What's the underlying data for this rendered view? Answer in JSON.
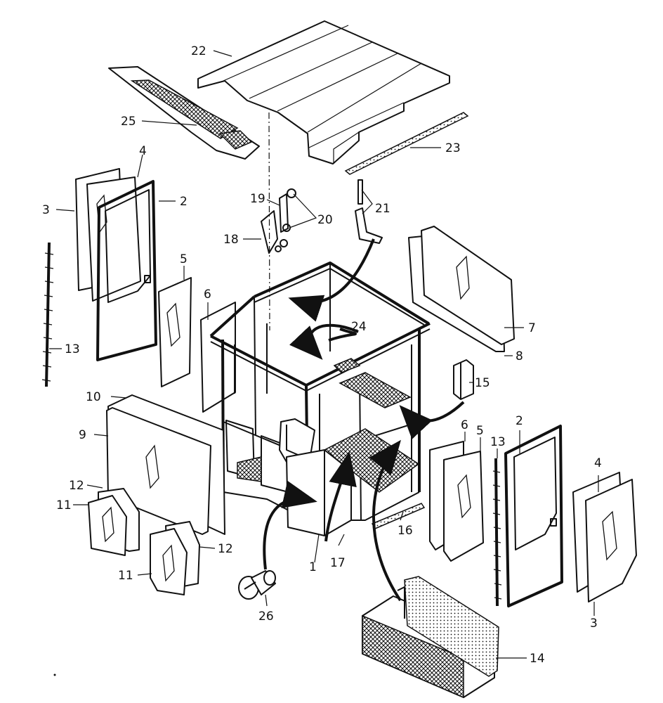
{
  "callouts": [
    {
      "id": "c22",
      "text": "22"
    },
    {
      "id": "c25",
      "text": "25"
    },
    {
      "id": "c23",
      "text": "23"
    },
    {
      "id": "c4a",
      "text": "4"
    },
    {
      "id": "c3a",
      "text": "3"
    },
    {
      "id": "c2a",
      "text": "2"
    },
    {
      "id": "c19",
      "text": "19"
    },
    {
      "id": "c21",
      "text": "21"
    },
    {
      "id": "c20",
      "text": "20"
    },
    {
      "id": "c18",
      "text": "18"
    },
    {
      "id": "c5a",
      "text": "5"
    },
    {
      "id": "c6a",
      "text": "6"
    },
    {
      "id": "c7",
      "text": "7"
    },
    {
      "id": "c24",
      "text": "24"
    },
    {
      "id": "c13a",
      "text": "13"
    },
    {
      "id": "c8",
      "text": "8"
    },
    {
      "id": "c15",
      "text": "15"
    },
    {
      "id": "c10",
      "text": "10"
    },
    {
      "id": "c9",
      "text": "9"
    },
    {
      "id": "c6b",
      "text": "6"
    },
    {
      "id": "c5b",
      "text": "5"
    },
    {
      "id": "c13b",
      "text": "13"
    },
    {
      "id": "c2b",
      "text": "2"
    },
    {
      "id": "c12a",
      "text": "12"
    },
    {
      "id": "c4b",
      "text": "4"
    },
    {
      "id": "c11a",
      "text": "11"
    },
    {
      "id": "c16",
      "text": "16"
    },
    {
      "id": "c12b",
      "text": "12"
    },
    {
      "id": "c11b",
      "text": "11"
    },
    {
      "id": "c1",
      "text": "1"
    },
    {
      "id": "c17",
      "text": "17"
    },
    {
      "id": "c3b",
      "text": "3"
    },
    {
      "id": "c26",
      "text": "26"
    },
    {
      "id": "c14",
      "text": "14"
    }
  ]
}
